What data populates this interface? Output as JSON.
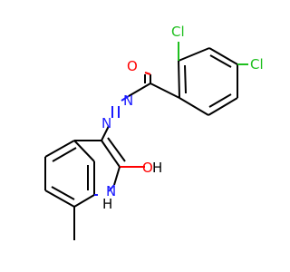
{
  "molecule": {
    "atoms": {
      "cl_top": "Cl",
      "cl_right": "Cl",
      "o_carbonyl": "O",
      "n_upper": "N",
      "n_lower": "N",
      "o_hydroxyl": "O",
      "h_hydroxyl": "H",
      "n_ring": "N",
      "h_ring": "H"
    },
    "colors": {
      "carbon_bond": "#000000",
      "nitrogen": "#1a1aff",
      "oxygen": "#ff0000",
      "chlorine": "#1fbf1f"
    }
  }
}
